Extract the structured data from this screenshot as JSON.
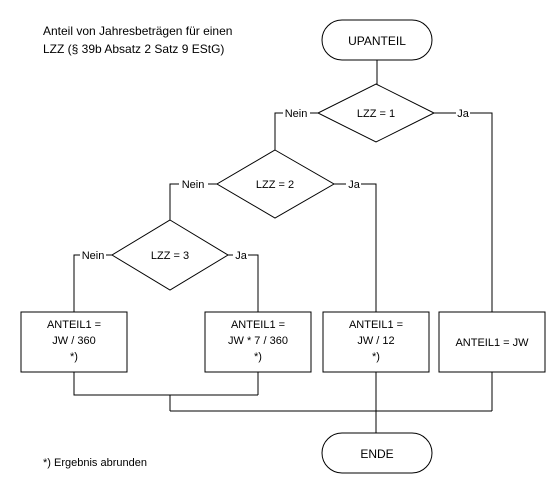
{
  "title": {
    "line1": "Anteil von Jahresbeträgen für einen",
    "line2": "LZZ (§ 39b Absatz 2 Satz 9 EStG)"
  },
  "start": {
    "label": "UPANTEIL"
  },
  "end": {
    "label": "ENDE"
  },
  "decisions": [
    {
      "label": "LZZ = 1",
      "no": "Nein",
      "yes": "Ja"
    },
    {
      "label": "LZZ = 2",
      "no": "Nein",
      "yes": "Ja"
    },
    {
      "label": "LZZ = 3",
      "no": "Nein",
      "yes": "Ja"
    }
  ],
  "boxes": [
    {
      "lines": [
        "ANTEIL1 =",
        "JW / 360",
        "*)"
      ]
    },
    {
      "lines": [
        "ANTEIL1 =",
        "JW * 7 / 360",
        "*)"
      ]
    },
    {
      "lines": [
        "ANTEIL1 =",
        "JW / 12",
        "*)"
      ]
    },
    {
      "lines": [
        "ANTEIL1 = JW"
      ]
    }
  ],
  "footnote": "*) Ergebnis abrunden"
}
